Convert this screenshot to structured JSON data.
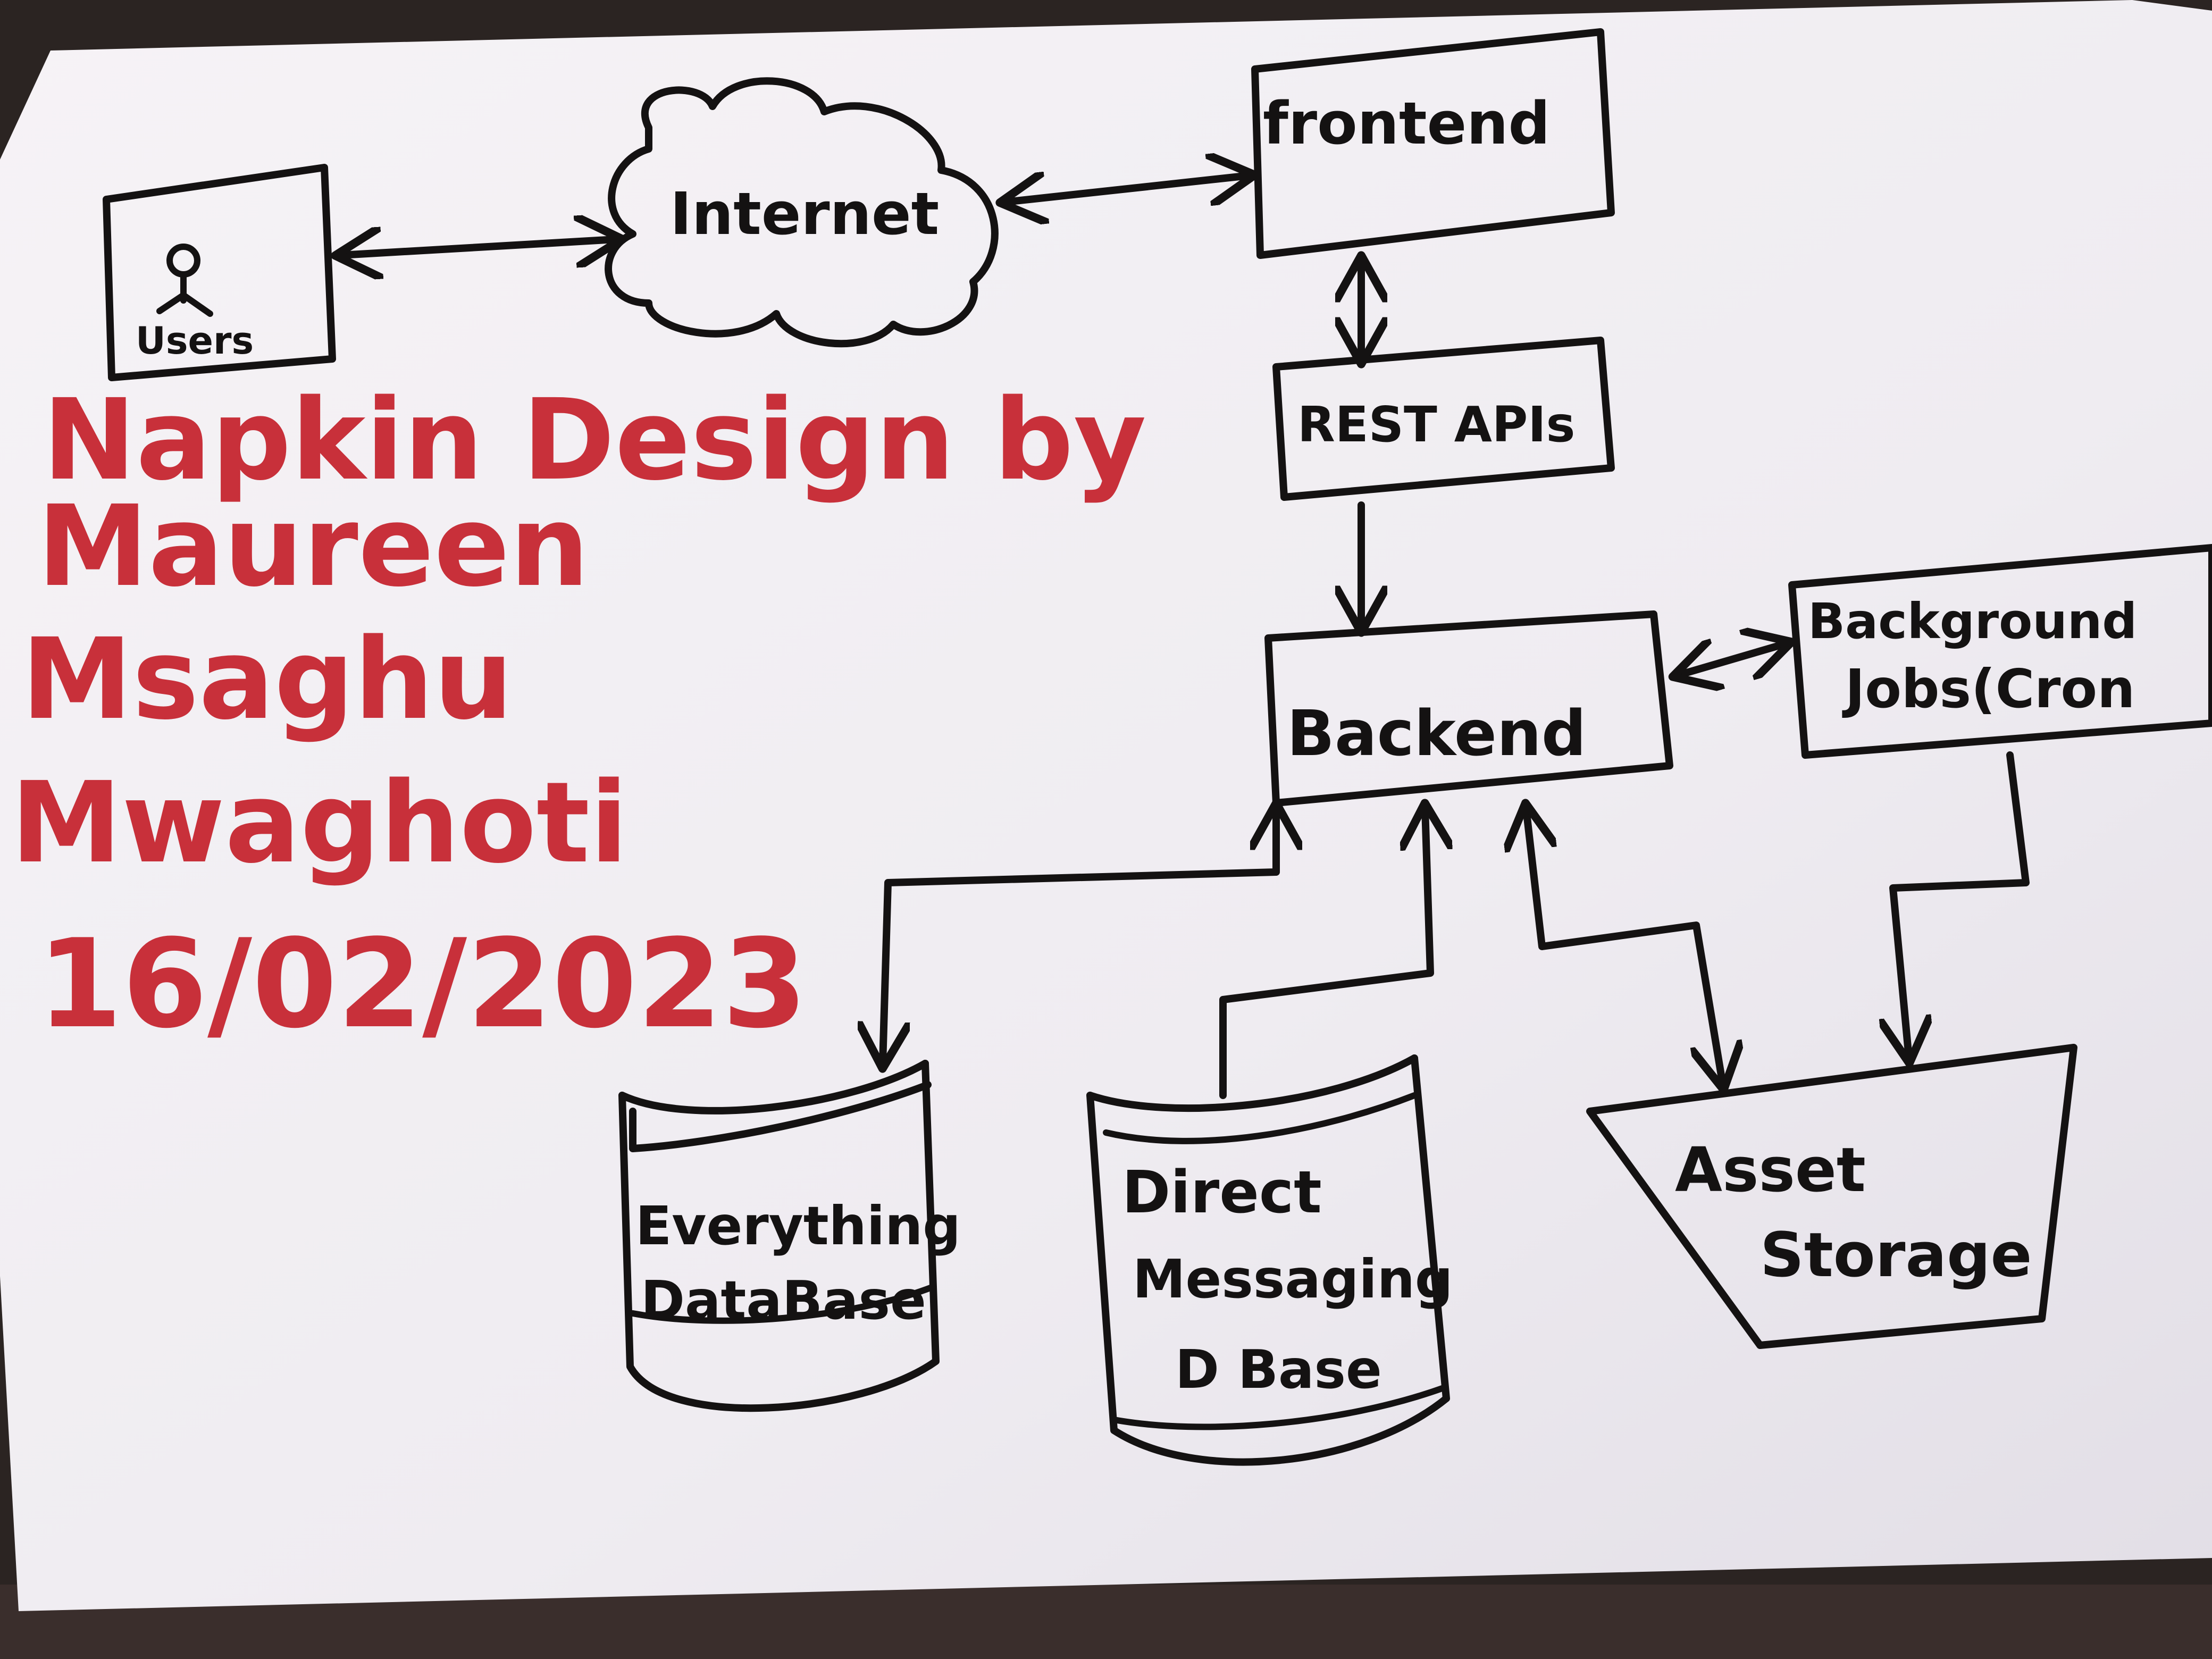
{
  "diagram": {
    "nodes": {
      "users": "Users",
      "internet": "Internet",
      "frontend": "frontend",
      "rest_apis": "REST APIs",
      "backend": "Backend",
      "background_jobs_line1": "Background",
      "background_jobs_line2": "Jobs(Cron",
      "everything_db_line1": "Everything",
      "everything_db_line2": "DataBase",
      "dm_db_line1": "Direct",
      "dm_db_line2": "Messaging",
      "dm_db_line3": "D Base",
      "asset_storage_line1": "Asset",
      "asset_storage_line2": "Storage"
    },
    "signature": {
      "line1": "Napkin Design by",
      "line2": "Maureen",
      "line3": "Msaghu",
      "line4": "Mwaghoti",
      "line5": "16/02/2023"
    },
    "colors": {
      "ink": "#141212",
      "signature": "#c8303a",
      "paper": "#f1eef2"
    },
    "icons": [
      "user-icon",
      "cloud-icon",
      "database-cylinder-icon",
      "storage-trapezoid-icon"
    ]
  }
}
